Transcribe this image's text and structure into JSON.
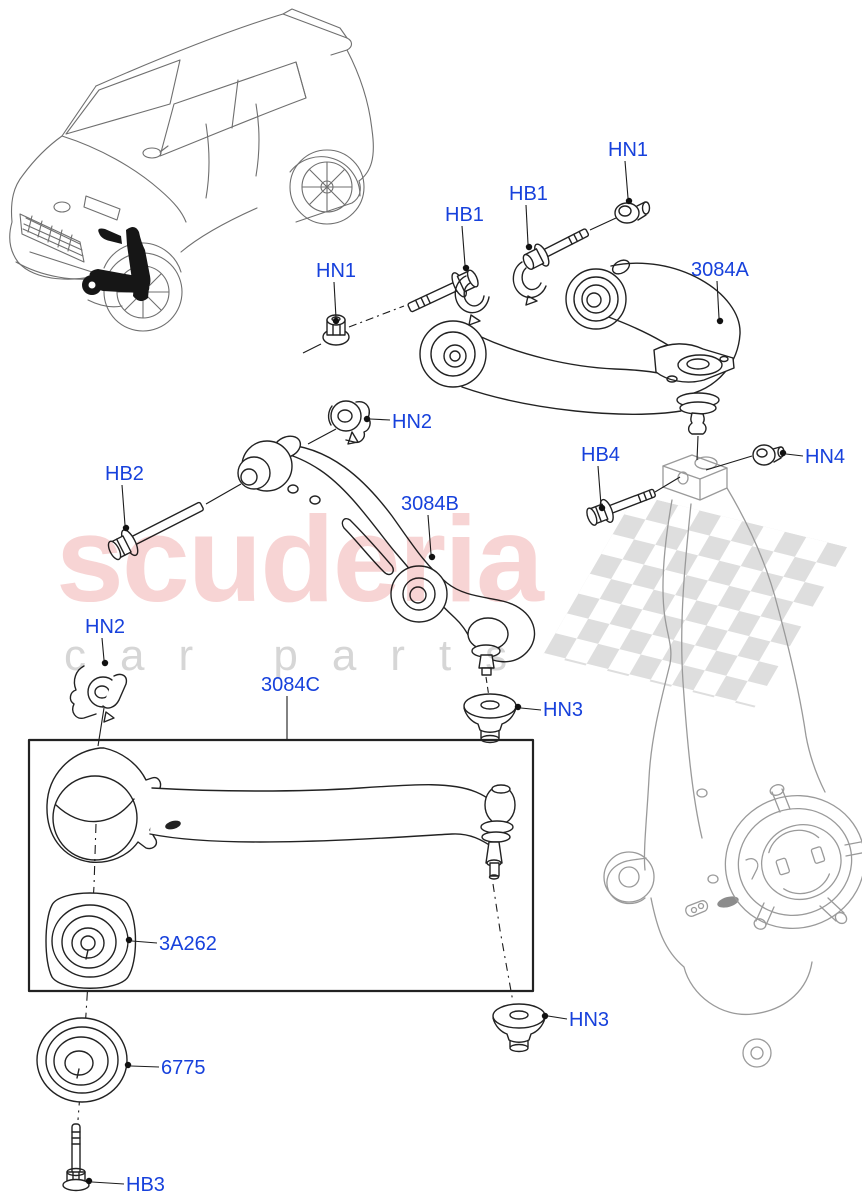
{
  "watermark": {
    "brand_text": "scuderia",
    "sub_text": "car parts",
    "brand_color": "#f7d4d4",
    "sub_color": "#d6d6d6",
    "flag_color": "#dcdcdc"
  },
  "callout_color": "#1741dc",
  "callouts": {
    "hn1_left": "HN1",
    "hb1_a": "HB1",
    "hb1_b": "HB1",
    "hn1_right": "HN1",
    "c3084a": "3084A",
    "hn2_a": "HN2",
    "hb2": "HB2",
    "c3084b": "3084B",
    "hb4": "HB4",
    "hn4": "HN4",
    "hn2_b": "HN2",
    "c3084c": "3084C",
    "hn3_a": "HN3",
    "c3a262": "3A262",
    "hn3_b": "HN3",
    "c6775": "6775",
    "hb3": "HB3"
  }
}
